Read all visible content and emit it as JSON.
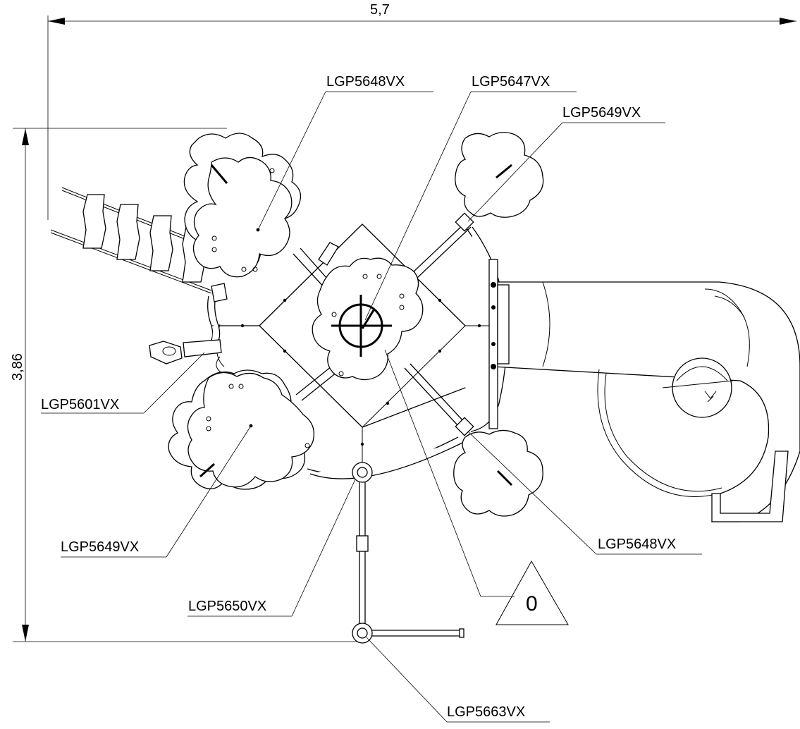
{
  "dimensions": {
    "width": "5,7",
    "depth": "3,86"
  },
  "labels": {
    "top_left_tree": "LGP5648VX",
    "center_tree": "LGP5647VX",
    "top_right_tree": "LGP5649VX",
    "side_panel": "LGP5601VX",
    "bottom_left_tree": "LGP5649VX",
    "bottom_right_tree": "LGP5648VX",
    "post": "LGP5650VX",
    "bottom_post": "LGP5663VX"
  },
  "origin_marker": "0",
  "colors": {
    "line": "#000000",
    "background": "#ffffff"
  }
}
